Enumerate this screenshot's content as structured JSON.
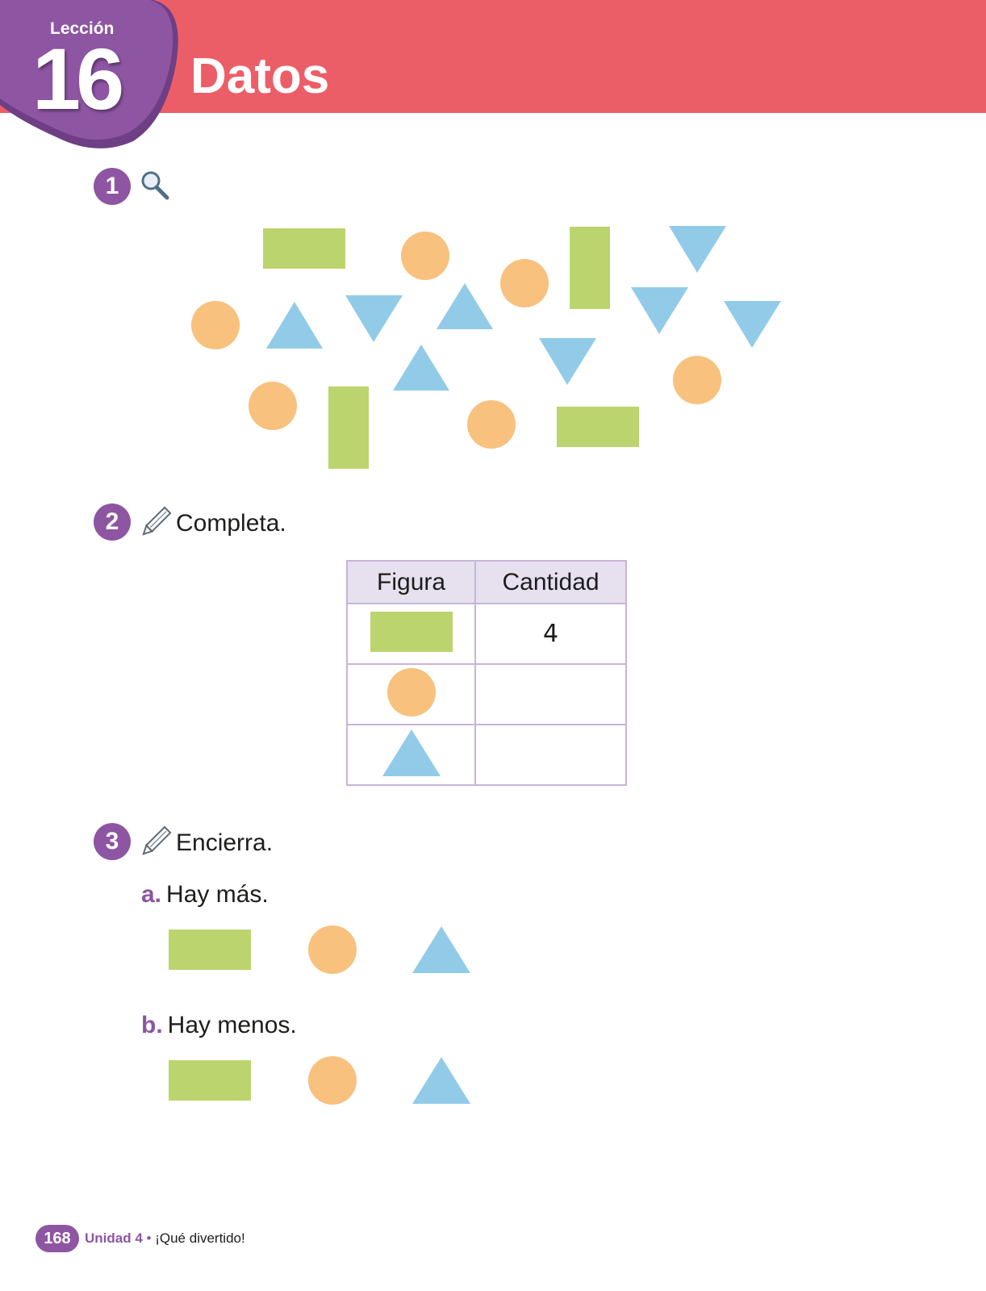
{
  "header": {
    "lesson_label": "Lección",
    "lesson_number": "16",
    "title": "Datos"
  },
  "step1": {
    "number": "1",
    "icon": "magnifier-icon"
  },
  "step2": {
    "number": "2",
    "icon": "pencil-icon",
    "instruction": "Completa.",
    "table": {
      "headers": [
        "Figura",
        "Cantidad"
      ],
      "rows": [
        {
          "figure": "rectangle",
          "quantity": "4"
        },
        {
          "figure": "circle",
          "quantity": ""
        },
        {
          "figure": "triangle",
          "quantity": ""
        }
      ]
    }
  },
  "step3": {
    "number": "3",
    "icon": "pencil-icon",
    "instruction": "Encierra.",
    "items": [
      {
        "letter": "a.",
        "text": "Hay más."
      },
      {
        "letter": "b.",
        "text": "Hay menos."
      }
    ]
  },
  "footer": {
    "page_number": "168",
    "unit": "Unidad 4",
    "separator": "•",
    "unit_title": "¡Qué divertido!"
  },
  "colors": {
    "banner": "#ec5e67",
    "purple": "#8e55a3",
    "rectangle": "#bcd46e",
    "circle": "#f8c17e",
    "triangle": "#92cbe8"
  }
}
